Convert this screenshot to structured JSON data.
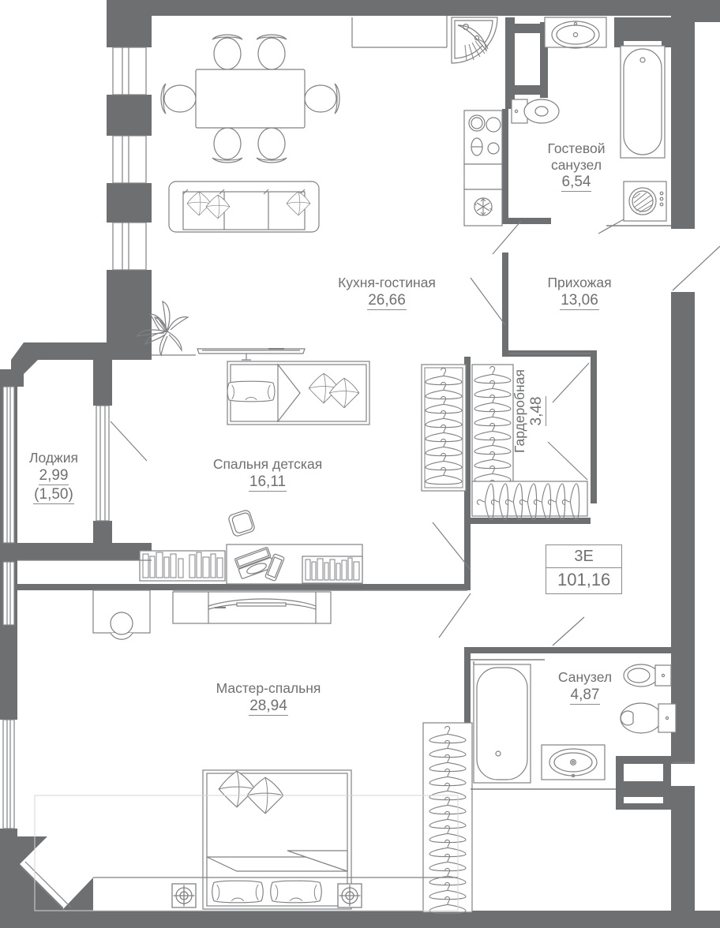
{
  "plan": {
    "kind": "apartment-floor-plan",
    "palette": {
      "wall": "#6e6f71",
      "furniture_stroke": "#808184",
      "text": "#6f7072",
      "background": "#ffffff",
      "underline": "#8a8b8d"
    },
    "apartment_tag": {
      "type_label": "3E",
      "total_area": "101,16"
    },
    "rooms": [
      {
        "key": "kitchen_living",
        "name": "Кухня-гостиная",
        "area": "26,66",
        "secondary": ""
      },
      {
        "key": "guest_bathroom",
        "name_line1": "Гостевой",
        "name_line2": "санузел",
        "name": "Гостевой санузел",
        "area": "6,54",
        "secondary": ""
      },
      {
        "key": "hallway",
        "name": "Прихожая",
        "area": "13,06",
        "secondary": ""
      },
      {
        "key": "loggia",
        "name": "Лоджия",
        "area": "2,99",
        "secondary": "(1,50)"
      },
      {
        "key": "kids_bedroom",
        "name": "Спальня детская",
        "area": "16,11",
        "secondary": ""
      },
      {
        "key": "wardrobe",
        "name": "Гардеробная",
        "area": "3,48",
        "secondary": "",
        "orientation": "vertical"
      },
      {
        "key": "master_bedroom",
        "name": "Мастер-спальня",
        "area": "28,94",
        "secondary": ""
      },
      {
        "key": "bathroom",
        "name": "Санузел",
        "area": "4,87",
        "secondary": ""
      }
    ],
    "fixtures": [
      "dining-table",
      "dining-chairs",
      "sofa",
      "corner-sink",
      "cooktop",
      "refrigerator",
      "toilet",
      "bathtub",
      "washing-machine",
      "vanity-sink",
      "bidet",
      "bed-double",
      "bed-single",
      "nightstand-lamp",
      "desk",
      "laptop",
      "bookshelf",
      "tv-unit",
      "wall-tv",
      "potted-plant",
      "coat-hangers",
      "armchair"
    ]
  }
}
